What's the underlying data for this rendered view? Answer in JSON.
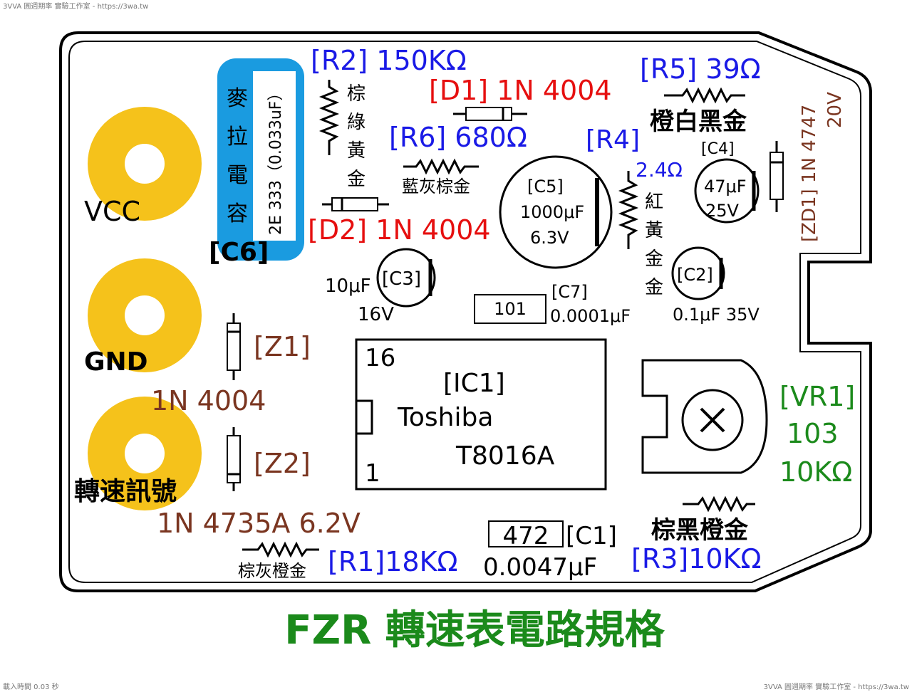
{
  "header": {
    "watermark_top": "3VVA 圓週期率 實驗工作室 - https://3wa.tw"
  },
  "footer": {
    "watermark_left": "載入時間 0.03 秒",
    "watermark_right": "3VVA 圓週期率 實驗工作室 - https://3wa.tw"
  },
  "title": "FZR 轉速表電路規格",
  "pads": {
    "vcc": "VCC",
    "gnd": "GND",
    "signal": "轉速訊號"
  },
  "c6": {
    "type": [
      "麥",
      "拉",
      "電",
      "容"
    ],
    "marking": "2E 333（0.033uF）",
    "label": "[C6]"
  },
  "r2": {
    "label": "[R2] 150KΩ",
    "bands": [
      "棕",
      "綠",
      "黃",
      "金"
    ]
  },
  "d1": {
    "label": "[D1] 1N 4004"
  },
  "d2": {
    "label": "[D2] 1N 4004"
  },
  "r6": {
    "label": "[R6] 680Ω",
    "bands": "藍灰棕金"
  },
  "r5": {
    "label": "[R5] 39Ω",
    "bands": "橙白黑金"
  },
  "c4": {
    "label": "[C4]",
    "value1": "47μF",
    "value2": "25V"
  },
  "zd1": {
    "label": "[ZD1] 1N 4747",
    "voltage": "20V"
  },
  "r4": {
    "label": "[R4]",
    "value": "2.4Ω",
    "bands": [
      "紅",
      "黃",
      "金",
      "金"
    ]
  },
  "c5": {
    "label": "[C5]",
    "value1": "1000μF",
    "value2": "6.3V"
  },
  "c3": {
    "label": "[C3]",
    "value1": "10μF",
    "value2": "16V"
  },
  "c7": {
    "label": "[C7]",
    "marking": "101",
    "value": "0.0001μF"
  },
  "c2": {
    "label": "[C2]",
    "value": "0.1μF 35V"
  },
  "z1": {
    "label": "[Z1]",
    "part": "1N 4004"
  },
  "z2": {
    "label": "[Z2]",
    "part": "1N 4735A 6.2V"
  },
  "ic1": {
    "pin16": "16",
    "label": "[IC1]",
    "maker": "Toshiba",
    "part": "T8016A",
    "pin1": "1"
  },
  "vr1": {
    "label": "[VR1]",
    "code": "103",
    "value": "10KΩ"
  },
  "r3": {
    "label": "[R3]10KΩ",
    "bands": "棕黑橙金"
  },
  "r1": {
    "label": "[R1]18KΩ",
    "bands": "棕灰橙金"
  },
  "c1": {
    "marking": "472",
    "label": "[C1]",
    "value": "0.0047μF"
  },
  "colors": {
    "pad": "#f5c21b",
    "c6_body": "#1a9be0",
    "ref_blue": "#1a1ae6",
    "diode_red": "#e60f0f",
    "brown": "#7a3520",
    "green": "#1b8a1b"
  }
}
